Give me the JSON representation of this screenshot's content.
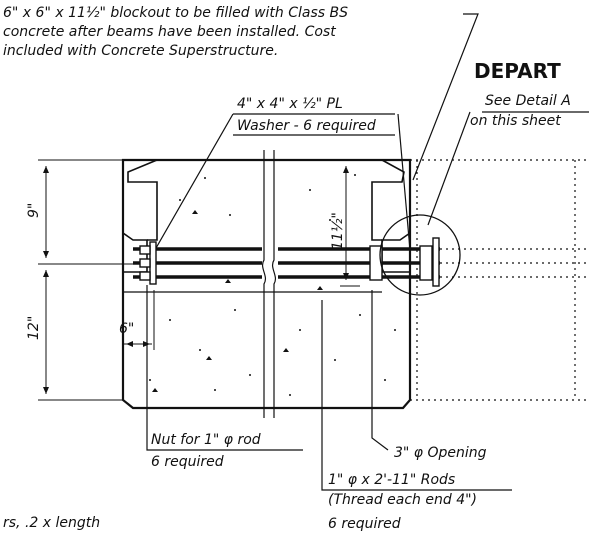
{
  "notes": {
    "blockout": {
      "line1": "6\" x 6\" x 11½\" blockout to be filled with Class BS",
      "line2": "concrete after beams have been installed. Cost",
      "line3": "included with Concrete Superstructure."
    },
    "depart_title": "DEPART",
    "see_detail": {
      "line1": "See Detail A",
      "line2": "on this sheet"
    },
    "washer": {
      "line1": "4\" x 4\" x ½\" PL",
      "line2": "Washer - 6 required"
    },
    "nut": {
      "line1": "Nut for 1\" φ rod",
      "line2": "6 required"
    },
    "opening": "3\" φ Opening",
    "rods": {
      "line1": "1\" φ x 2'-11\" Rods",
      "line2": "(Thread each end 4\")",
      "line3": "6 required"
    },
    "bottom_left": "rs, .2 x length"
  },
  "dimensions": {
    "top_height": "9\"",
    "bottom_height": "12\"",
    "blockout_height": "11½\"",
    "end_offset": "6\""
  }
}
